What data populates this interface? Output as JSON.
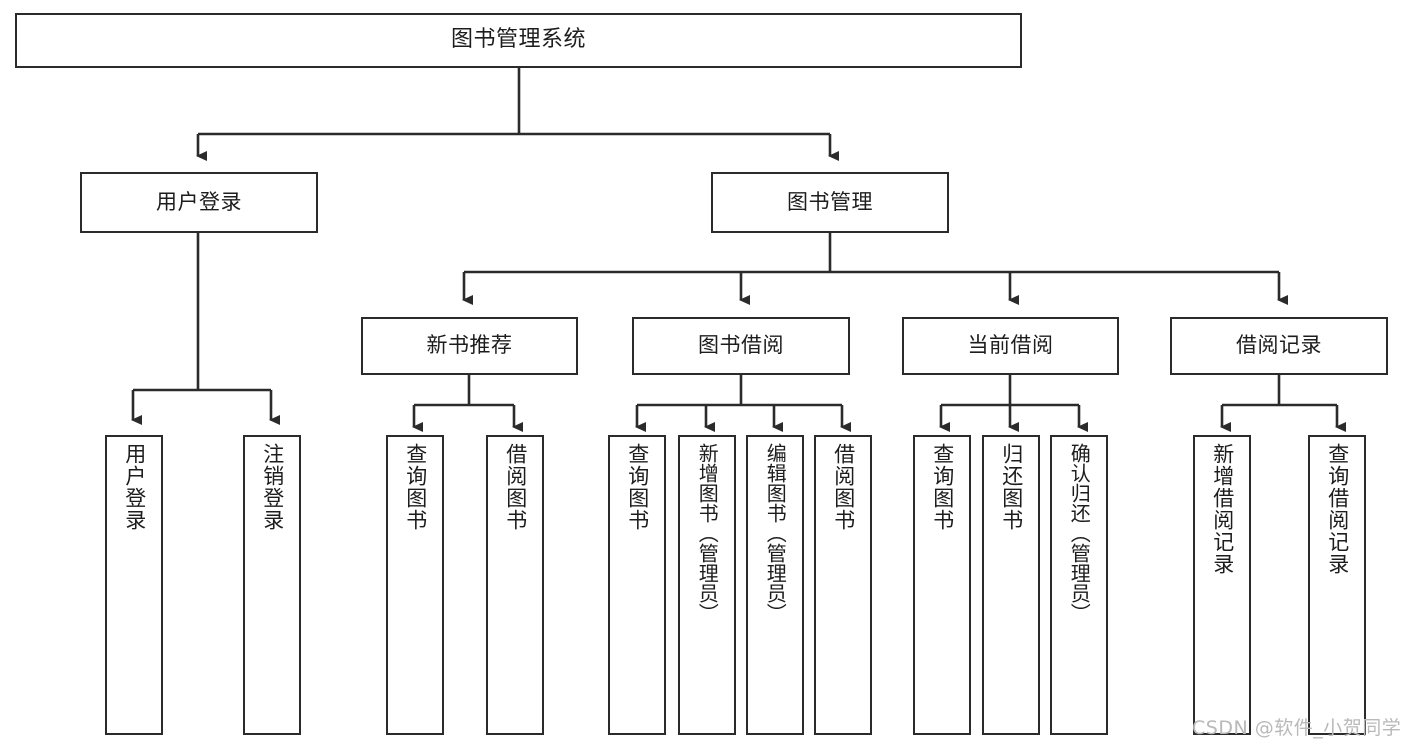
{
  "diagram": {
    "title": "图书管理系统",
    "type": "tree-hierarchy-chart",
    "root": {
      "label": "图书管理系统"
    },
    "level2": [
      {
        "label": "用户登录"
      },
      {
        "label": "图书管理"
      }
    ],
    "level3": [
      {
        "label": "新书推荐"
      },
      {
        "label": "图书借阅"
      },
      {
        "label": "当前借阅"
      },
      {
        "label": "借阅记录"
      }
    ],
    "leaves": {
      "user_login": [
        {
          "label": "用户登录"
        },
        {
          "label": "注销登录"
        }
      ],
      "new_book_recommend": [
        {
          "label": "查询图书"
        },
        {
          "label": "借阅图书"
        }
      ],
      "book_borrow": [
        {
          "label": "查询图书"
        },
        {
          "label": "新增图书（管理员）"
        },
        {
          "label": "编辑图书（管理员）"
        },
        {
          "label": "借阅图书"
        }
      ],
      "current_borrow": [
        {
          "label": "查询图书"
        },
        {
          "label": "归还图书"
        },
        {
          "label": "确认归还（管理员）"
        }
      ],
      "borrow_record": [
        {
          "label": "新增借阅记录"
        },
        {
          "label": "查询借阅记录"
        }
      ]
    }
  },
  "watermark": {
    "text": "CSDN @软件_小贺同学"
  },
  "colors": {
    "stroke": "#2b2b2b",
    "background": "#ffffff",
    "text": "#1d1d1d",
    "watermark": "#b9b9b9"
  }
}
